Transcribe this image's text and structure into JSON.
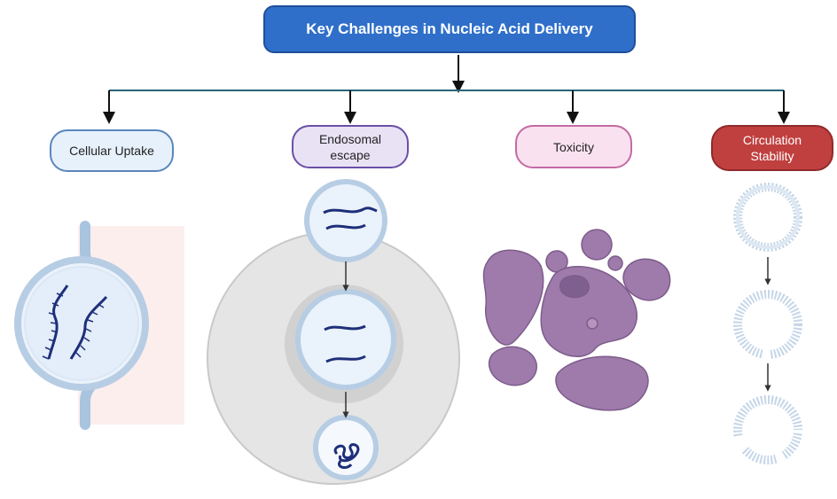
{
  "title": "Key Challenges in Nucleic Acid Delivery",
  "challenges": [
    {
      "label": "Cellular Uptake"
    },
    {
      "label": "Endosomal\nescape"
    },
    {
      "label": "Toxicity"
    },
    {
      "label": "Circulation\nStability"
    }
  ],
  "colors": {
    "title_fill": "#2f6fc9",
    "connector": "#2a6478",
    "uptake_fill": "#e7f1fb",
    "endosomal_fill": "#e9e2f5",
    "toxicity_fill": "#f9e1ef",
    "stability_fill": "#c0403f",
    "cell_purple": "#9e7bab",
    "strand_navy": "#1e2f7a"
  }
}
